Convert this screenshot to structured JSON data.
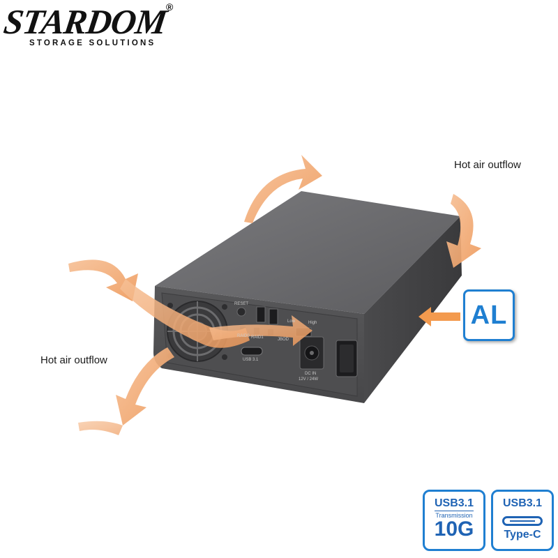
{
  "brand": {
    "name": "STARDOM",
    "registered_mark": "®",
    "tagline": "STORAGE SOLUTIONS"
  },
  "captions": {
    "top_right": "Hot air outflow",
    "left": "Hot air outflow"
  },
  "enclosure_labels": {
    "reset": "RESET",
    "raid0": "RAID0",
    "raid1": "RAID1",
    "jbod": "JBOD",
    "fan_low": "Low",
    "fan_high": "High",
    "usb_port": "USB 3.1",
    "dc_in": "DC IN",
    "dc_rating": "12V / 24W"
  },
  "badges": {
    "material": "AL",
    "transmission": {
      "title": "USB3.1",
      "subtitle": "Transmission",
      "value": "10G"
    },
    "connector": {
      "title": "USB3.1",
      "type": "Type-C"
    }
  },
  "colors": {
    "accent_blue": "#1f7fd1",
    "arrow_orange": "#f2a56a",
    "enclosure_gray": "#5a5a5c"
  },
  "icons": [
    "fan-icon",
    "usb-type-c-port-icon",
    "airflow-arrow-icon"
  ]
}
